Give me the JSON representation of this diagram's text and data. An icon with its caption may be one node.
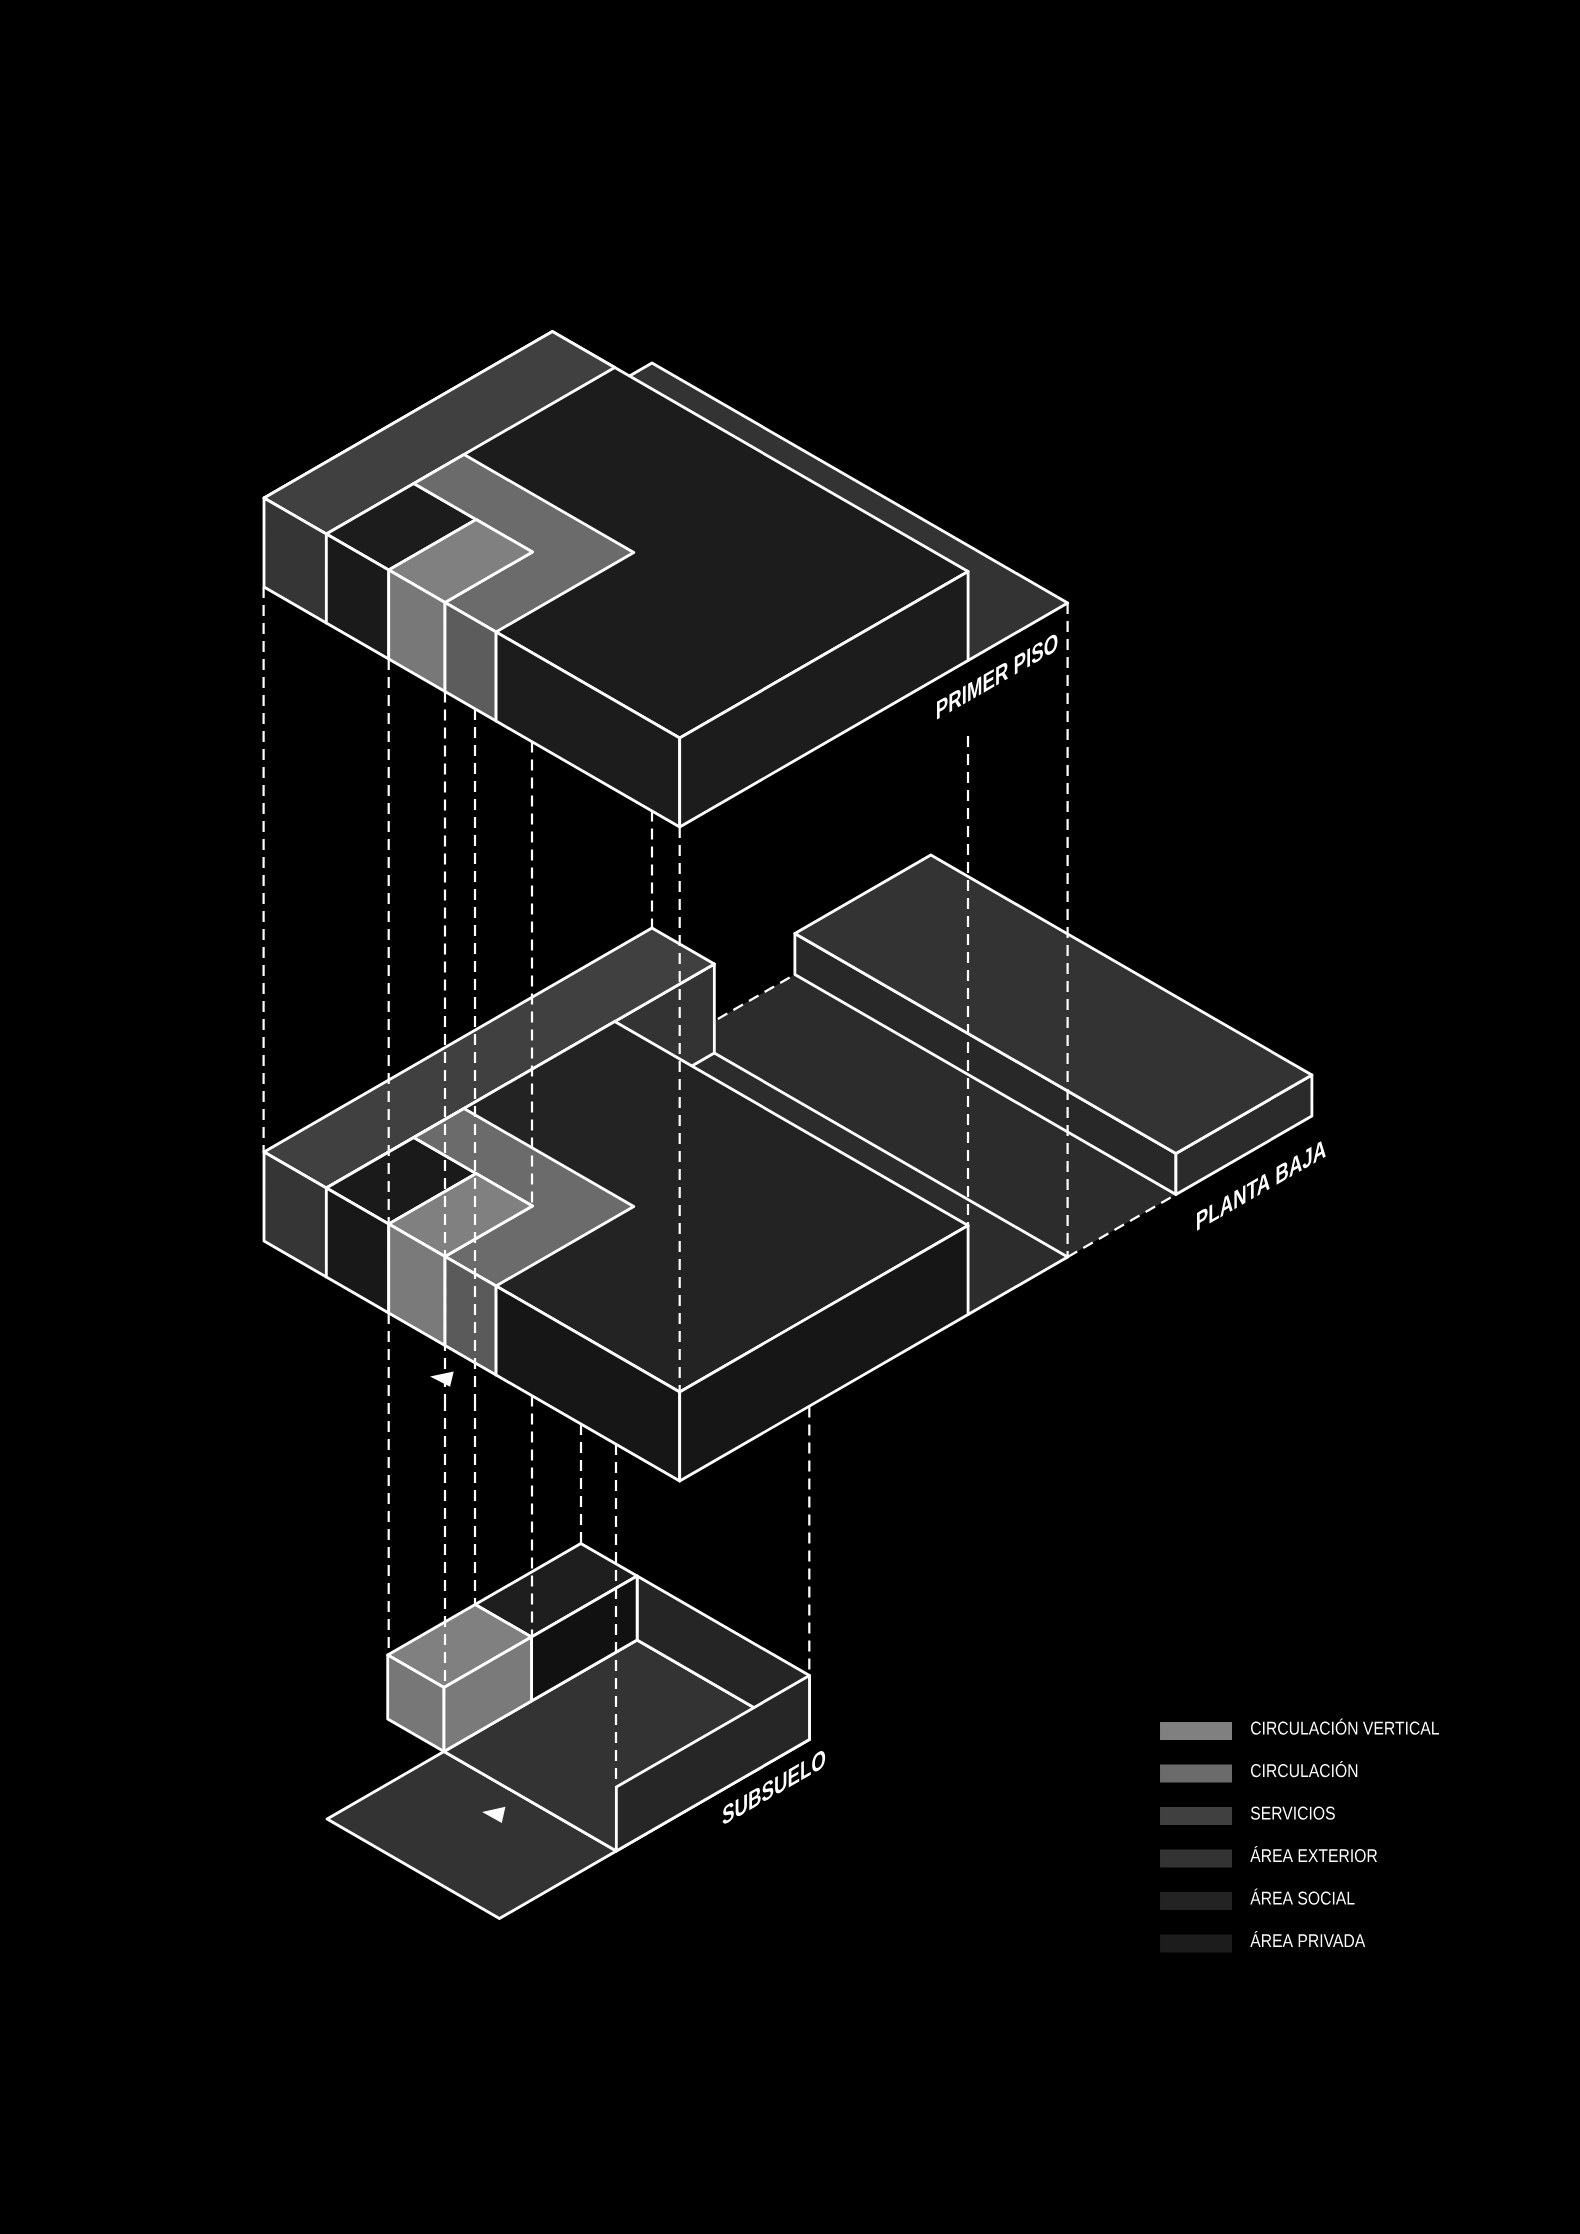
{
  "diagram": {
    "labels": [
      "PRIMER PISO",
      "PLANTA BAJA",
      "SUBSUELO"
    ],
    "legend": [
      {
        "text": "CIRCULACIÓN VERTICAL",
        "color": "#808080"
      },
      {
        "text": "CIRCULACIÓN",
        "color": "#6b6b6b"
      },
      {
        "text": "SERVICIOS",
        "color": "#404040"
      },
      {
        "text": "ÁREA EXTERIOR",
        "color": "#333333"
      },
      {
        "text": "ÁREA SOCIAL",
        "color": "#232323"
      },
      {
        "text": "ÁREA PRIVADA",
        "color": "#1c1c1c"
      }
    ]
  }
}
